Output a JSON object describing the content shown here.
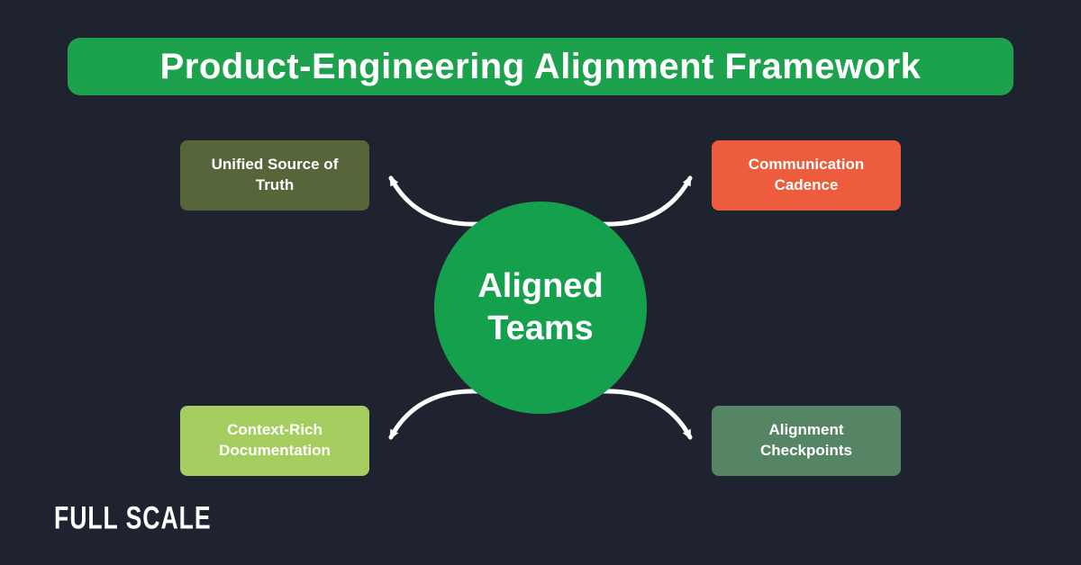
{
  "title": "Product-Engineering Alignment Framework",
  "center": {
    "label": "Aligned Teams"
  },
  "nodes": [
    {
      "id": "unified-source-of-truth",
      "label": "Unified Source of Truth",
      "color": "#57663a",
      "position": "top-left"
    },
    {
      "id": "communication-cadence",
      "label": "Communication Cadence",
      "color": "#ec5c3d",
      "position": "top-right"
    },
    {
      "id": "context-rich-documentation",
      "label": "Context-Rich Documentation",
      "color": "#a5cd60",
      "position": "bottom-left"
    },
    {
      "id": "alignment-checkpoints",
      "label": "Alignment Checkpoints",
      "color": "#568566",
      "position": "bottom-right"
    }
  ],
  "logo": "FULL SCALE",
  "colors": {
    "background": "#1f2330",
    "banner_green": "#1ca24c",
    "circle_green": "#14a04c",
    "arrow": "#ffffff",
    "text": "#ffffff"
  }
}
